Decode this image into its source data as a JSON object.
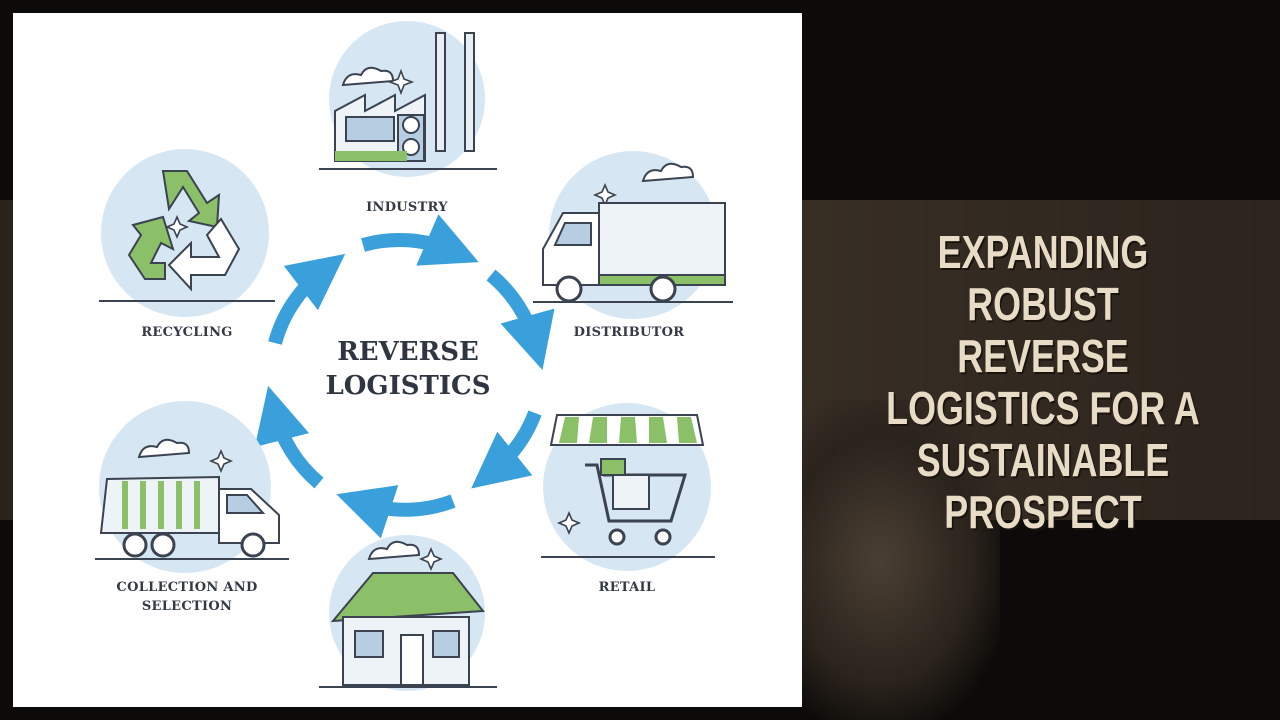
{
  "diagram": {
    "center_title": "REVERSE\nLOGISTICS",
    "stages": [
      {
        "id": "industry",
        "label": "INDUSTRY",
        "icon": "factory-icon"
      },
      {
        "id": "distributor",
        "label": "DISTRIBUTOR",
        "icon": "truck-icon"
      },
      {
        "id": "retail",
        "label": "RETAIL",
        "icon": "shopping-cart-icon"
      },
      {
        "id": "home",
        "label": "",
        "icon": "house-icon"
      },
      {
        "id": "collection",
        "label": "COLLECTION AND\nSELECTION",
        "icon": "garbage-truck-icon"
      },
      {
        "id": "recycling",
        "label": "RECYCLING",
        "icon": "recycle-icon"
      }
    ],
    "colors": {
      "arrow": "#3aa0dc",
      "circle": "#d6e6f2",
      "green": "#8cc068",
      "outline": "#3b4250"
    }
  },
  "headline": {
    "text": "EXPANDING ROBUST\nREVERSE LOGISTICS FOR A\nSUSTAINABLE PROSPECT",
    "color": "#e9dcc7"
  }
}
